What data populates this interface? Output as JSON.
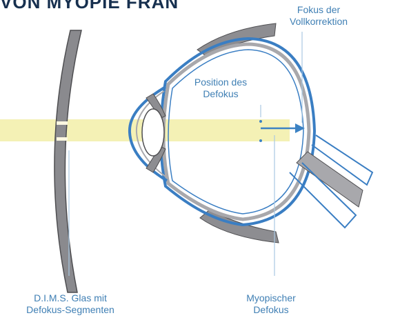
{
  "heading": "VON MYOPIE FRAN",
  "labels": {
    "focus_full": [
      "Fokus der",
      "Vollkorrektion"
    ],
    "defocus_position": [
      "Position des",
      "Defokus"
    ],
    "dims_lens": [
      "D.I.M.S. Glas mit",
      "Defokus-Segmenten"
    ],
    "myopic_defocus": [
      "Myopischer",
      "Defokus"
    ]
  },
  "colors": {
    "label": "#3f7fb4",
    "eye_outline": "#3a7ec3",
    "structure": "#a8a8ac",
    "structure_dark": "#4d4d50",
    "light_beam": "#f3f0ad",
    "lens_segments": "#fbf7e0",
    "arrow": "#3c82c4",
    "leader": "#a9c9e3"
  }
}
